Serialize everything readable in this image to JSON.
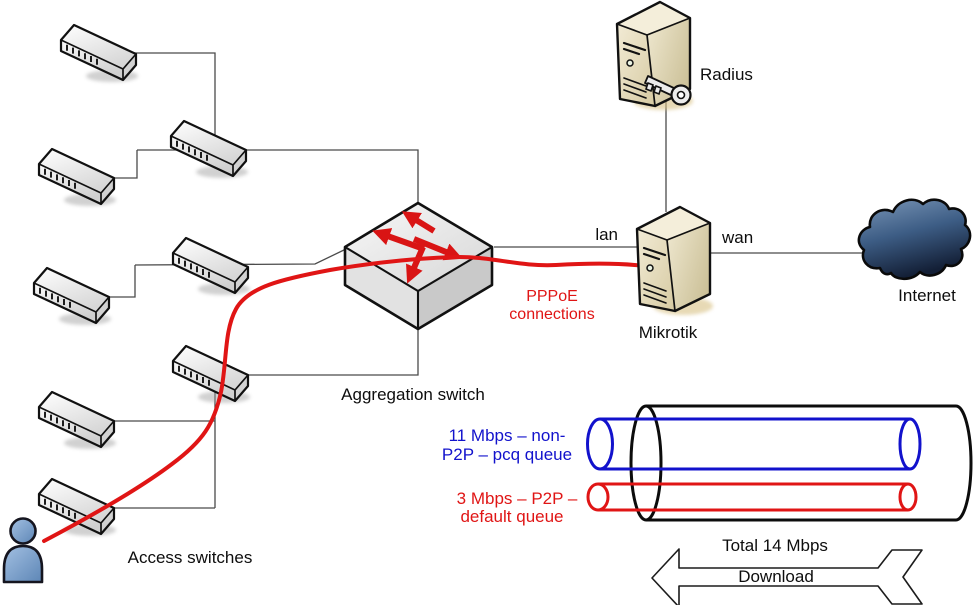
{
  "diagram": {
    "kind": "network-topology-with-bandwidth-pipe",
    "background": "#ffffff"
  },
  "nodes": {
    "user": {
      "icon": "person"
    },
    "access_switches": {
      "label": "Access switches",
      "count": 5,
      "icon": "network-switch-3d"
    },
    "distribution_switches": {
      "count": 3,
      "icon": "network-switch-3d"
    },
    "aggregation_switch": {
      "label": "Aggregation switch",
      "icon": "switch-with-crossing-arrows"
    },
    "radius_server": {
      "label": "Radius",
      "icon": "tower-server-with-key"
    },
    "mikrotik_router": {
      "label": "Mikrotik",
      "icon": "tower-server",
      "ports": {
        "lan": "lan",
        "wan": "wan"
      }
    },
    "internet": {
      "label": "Internet",
      "icon": "cloud"
    }
  },
  "pppoe": {
    "label_line1": "PPPoE",
    "label_line2": "connections"
  },
  "bandwidth_pipe": {
    "total_label": "Total 14 Mbps",
    "total_mbps": 14,
    "direction_label": "Download",
    "queues": [
      {
        "rate_mbps": 11,
        "traffic": "non-P2P",
        "queue": "pcq",
        "label_line1": "11 Mbps – non-",
        "label_line2": "P2P – pcq queue",
        "color": "#1212cc"
      },
      {
        "rate_mbps": 3,
        "traffic": "P2P",
        "queue": "default",
        "label_line1": "3 Mbps – P2P –",
        "label_line2": "default queue",
        "color": "#e01515"
      }
    ]
  },
  "colors": {
    "pppoe_red": "#e01515",
    "queue_blue": "#1212cc",
    "connector_line": "#4a4a4a",
    "outline": "#111111"
  }
}
